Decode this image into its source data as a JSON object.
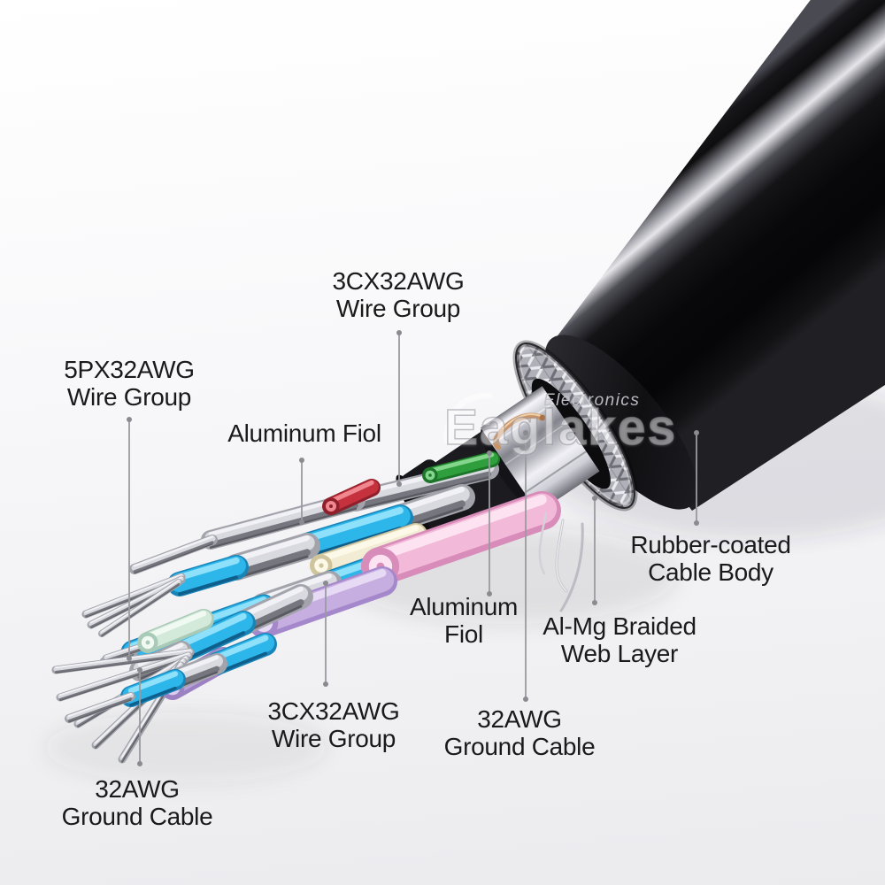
{
  "image": {
    "title": "HDMI cable construction cutaway diagram"
  },
  "watermark": {
    "brand": "Eaglakes",
    "sub": "Electronics"
  },
  "labels": {
    "wire_group_top": "3CX32AWG\nWire Group",
    "wire_group_left": "5PX32AWG\nWire Group",
    "aluminum_foil_left": "Aluminum Fiol",
    "rubber_coated": "Rubber-coated\nCable Body",
    "aluminum_foil_center": "Aluminum\nFiol",
    "al_mg_braided": "Al-Mg Braided\nWeb Layer",
    "wire_group_bottom": "3CX32AWG\nWire Group",
    "ground_cable_right": "32AWG\nGround Cable",
    "ground_cable_left": "32AWG\nGround Cable"
  },
  "palette": {
    "background": "#f2f2f4",
    "cable_body": "#0a0a0c",
    "cable_highlight": "#e6e6ea",
    "braid_silver": "#c2c2ca",
    "foil_silver": "#d9d9df",
    "wire_blue": "#2db6ea",
    "wire_pink": "#f3b9d8",
    "wire_lavender": "#c6aee0",
    "wire_purple": "#b9a3da",
    "wire_mint": "#d3e9da",
    "wire_cream": "#f1ecd3",
    "wire_green": "#2f9e3c",
    "wire_red": "#c5323e",
    "copper": "#c89468",
    "label_text": "#1a1a1a",
    "leader_line": "#9a9a9f"
  }
}
